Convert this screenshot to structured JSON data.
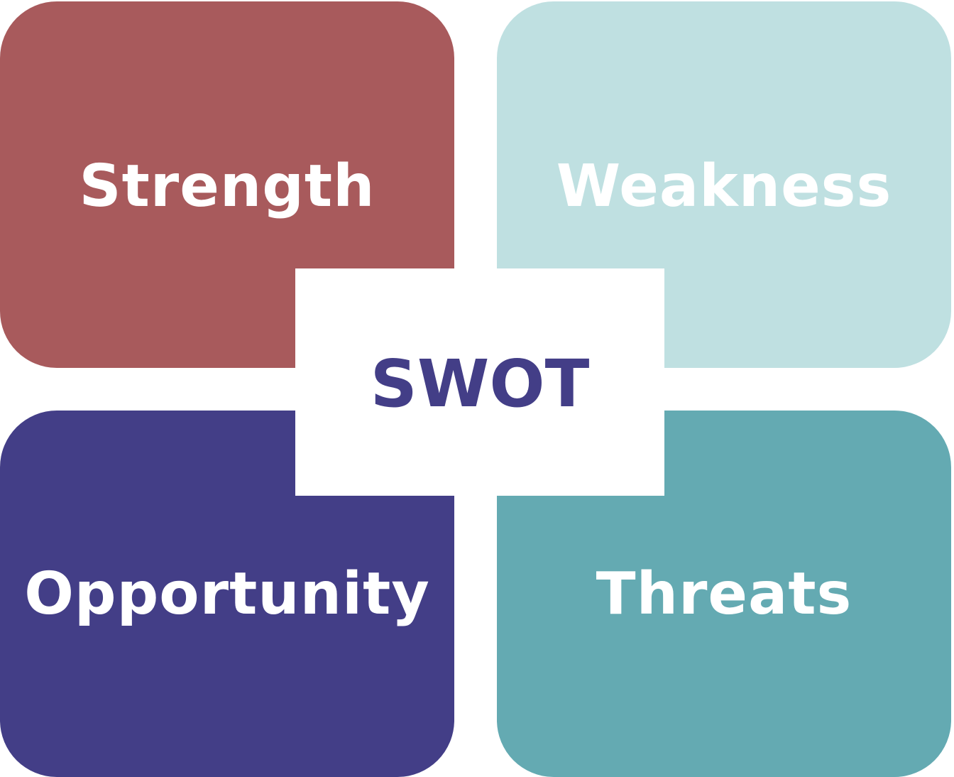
{
  "diagram": {
    "center": {
      "label": "SWOT",
      "color": "#433e87"
    },
    "quadrants": {
      "strength": {
        "label": "Strength",
        "color": "#a85a5c"
      },
      "weakness": {
        "label": "Weakness",
        "color": "#bfe0e1"
      },
      "opportunity": {
        "label": "Opportunity",
        "color": "#433e87"
      },
      "threats": {
        "label": "Threats",
        "color": "#64aab2"
      }
    },
    "text_color": "#ffffff"
  }
}
